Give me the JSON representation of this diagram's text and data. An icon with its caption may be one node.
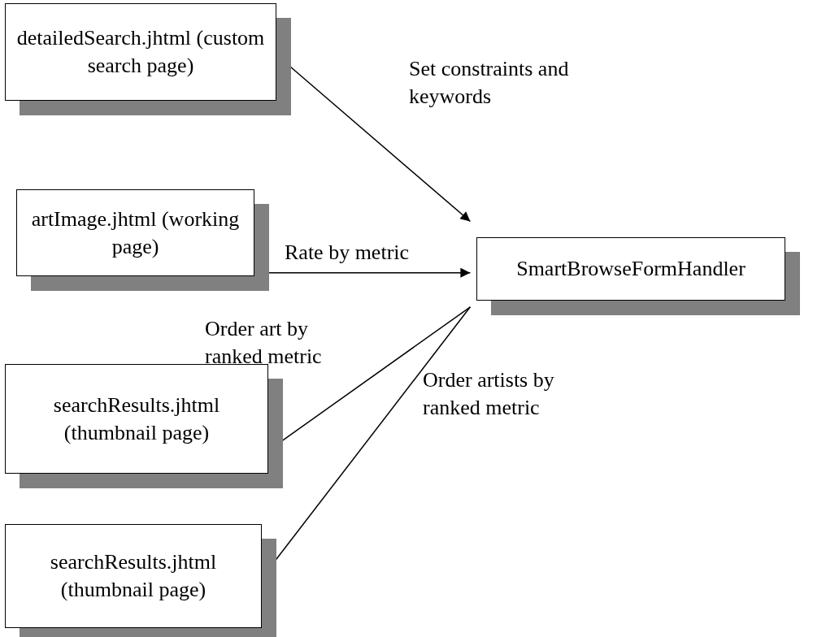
{
  "diagram": {
    "nodes": [
      {
        "text": [
          "detailedSearch.jhtml (custom search page)"
        ]
      },
      {
        "text": [
          "artImage.jhtml (working page)"
        ]
      },
      {
        "text": [
          "SmartBrowseFormHandler"
        ]
      },
      {
        "text": [
          "searchResults.jhtml (thumbnail page)"
        ]
      },
      {
        "text": [
          "searchResults.jhtml (thumbnail page)"
        ]
      }
    ],
    "edges": [
      {
        "from": 0,
        "to": 2,
        "arrow": "to",
        "label": "Set constraints and keywords"
      },
      {
        "from": 1,
        "to": 2,
        "arrow": "to",
        "label": "Rate by metric"
      },
      {
        "from": 2,
        "to": 3,
        "arrow": "to",
        "label": "Order art by ranked metric"
      },
      {
        "from": 2,
        "to": 4,
        "arrow": "to",
        "label": "Order artists by ranked metric"
      }
    ]
  }
}
